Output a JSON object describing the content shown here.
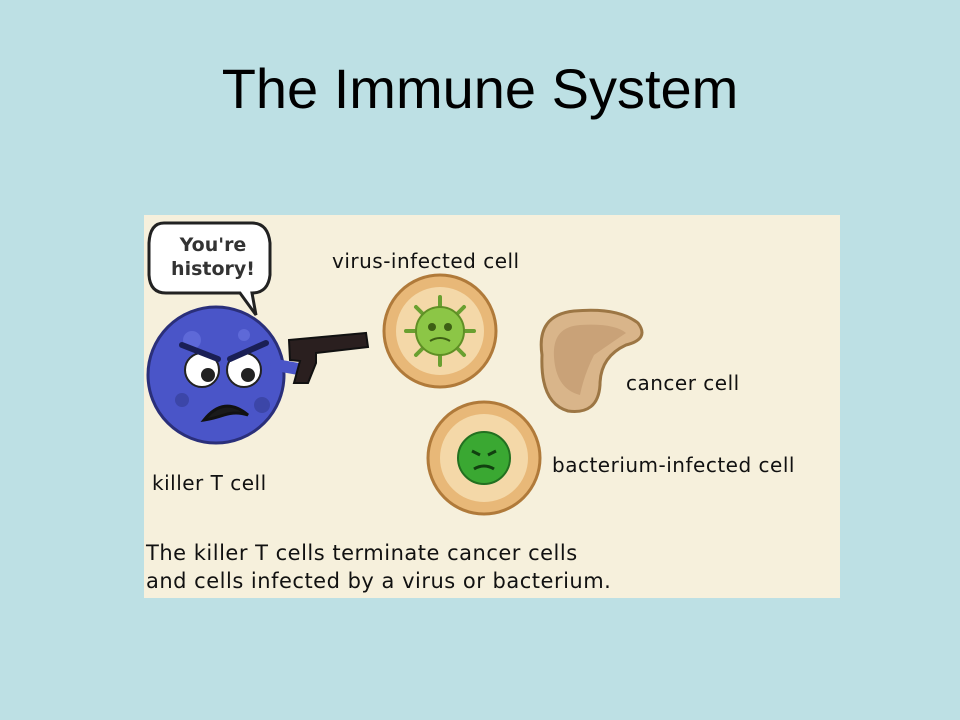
{
  "slide": {
    "title": "The Immune System",
    "background_color": "#bde0e4"
  },
  "illustration": {
    "speech_line1": "You're",
    "speech_line2": "history!",
    "labels": {
      "killer_t_cell": "killer T cell",
      "virus_infected_cell": "virus-infected cell",
      "cancer_cell": "cancer cell",
      "bacterium_infected_cell": "bacterium-infected cell"
    },
    "caption_line1": "The killer T cells terminate cancer cells",
    "caption_line2": "and cells infected by a virus or bacterium.",
    "colors": {
      "panel": "#f6f0dc",
      "t_cell": "#4a55c8",
      "infected_cell": "#e8b878",
      "virus": "#8cc646",
      "bacterium": "#3aa832",
      "cancer_cell": "#d9b58a"
    }
  }
}
